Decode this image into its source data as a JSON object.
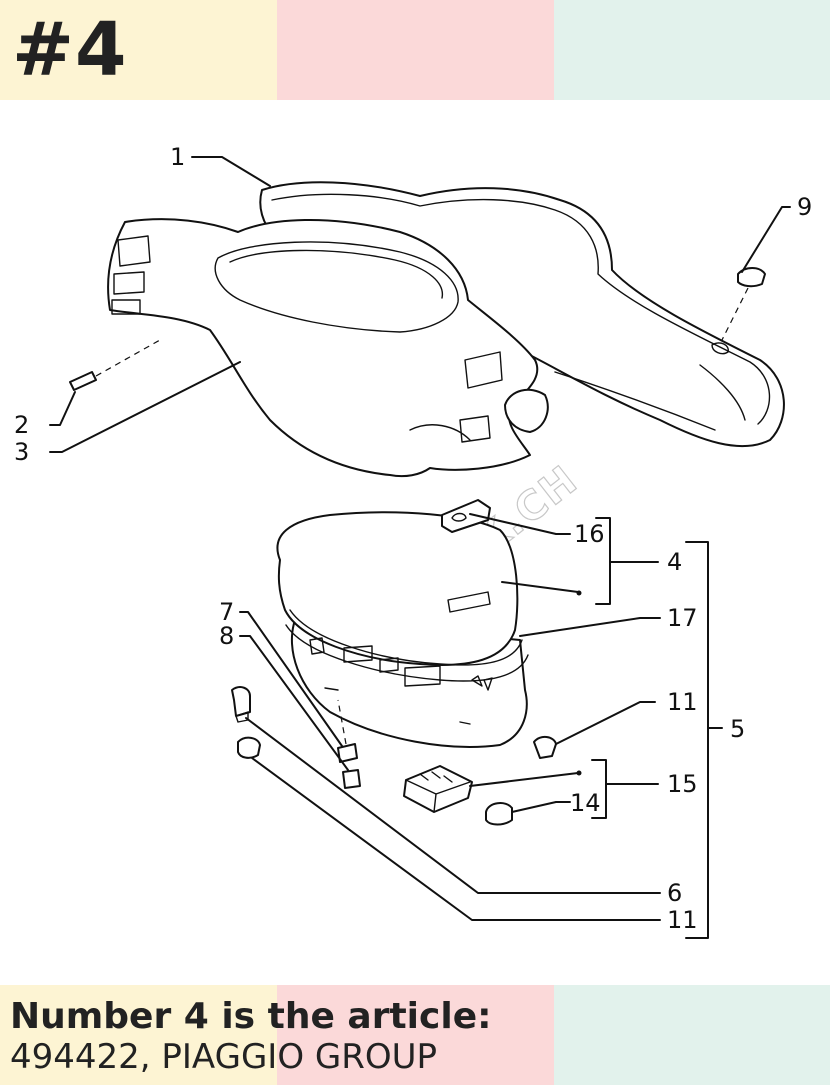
{
  "header": {
    "badge": "#4"
  },
  "palette": {
    "band_yellow": "#fdf4d3",
    "band_pink": "#fbd9d9",
    "band_mint": "#e2f2ec",
    "text": "#222222"
  },
  "diagram": {
    "watermark": "MOTORK.CH",
    "labels": {
      "l1": "1",
      "l2": "2",
      "l3": "3",
      "l4": "4",
      "l5": "5",
      "l6": "6",
      "l7": "7",
      "l8": "8",
      "l9": "9",
      "l11a": "11",
      "l11b": "11",
      "l14": "14",
      "l15": "15",
      "l16": "16",
      "l17": "17"
    }
  },
  "footer": {
    "line1": "Number 4 is the article:",
    "line2": "494422, PIAGGIO GROUP"
  }
}
